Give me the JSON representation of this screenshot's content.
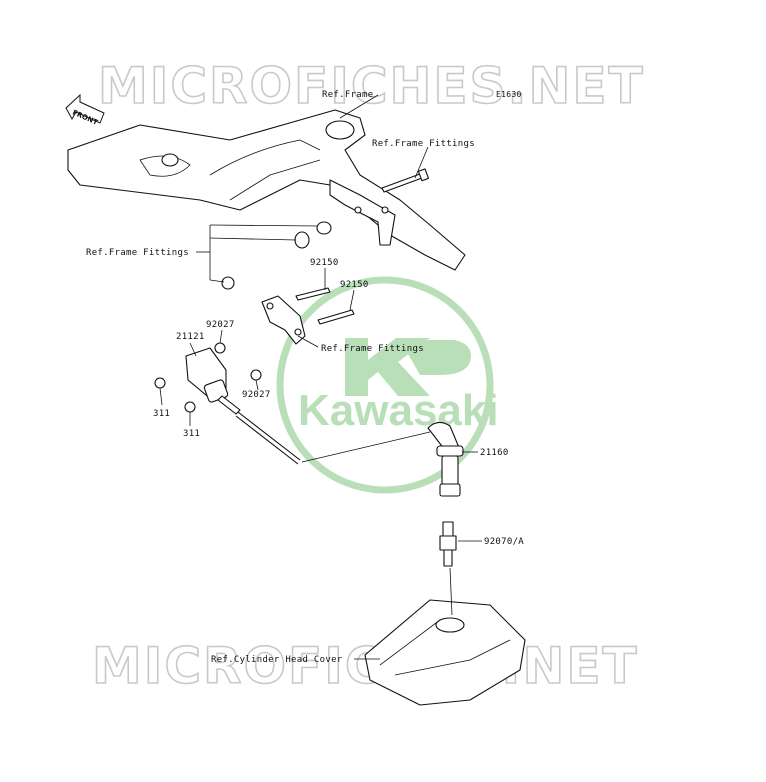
{
  "watermark": {
    "text_top": "MICROFICHES.NET",
    "text_bottom": "MICROFICHES.NET"
  },
  "brand": {
    "logo_text": "Kawasaki",
    "logo_color": "#b8dfb8"
  },
  "diagram_code": "E1630",
  "front_arrow": {
    "label": "FRONT"
  },
  "callouts": {
    "ref_frame": "Ref.Frame",
    "ref_frame_fittings_top": "Ref.Frame Fittings",
    "ref_frame_fittings_left": "Ref.Frame Fittings",
    "ref_frame_fittings_mid": "Ref.Frame Fittings",
    "p92150_a": "92150",
    "p92150_b": "92150",
    "p92027_a": "92027",
    "p92027_b": "92027",
    "p21121": "21121",
    "p311_a": "311",
    "p311_b": "311",
    "p21160": "21160",
    "p92070a": "92070/A",
    "ref_cylinder_head_cover": "Ref.Cylinder Head Cover"
  }
}
